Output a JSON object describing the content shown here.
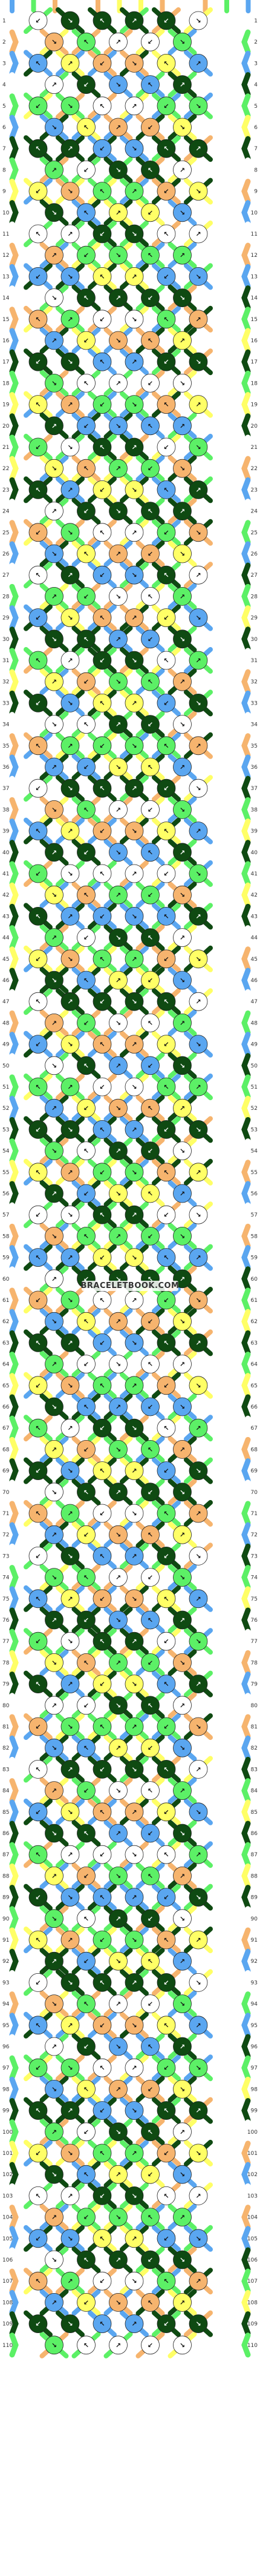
{
  "pattern": {
    "watermark": "BRACELETBOOK.COM",
    "colors": {
      "A": "#5aa6f0",
      "B": "#f6b46e",
      "C": "#ffff66",
      "D": "#5cf066",
      "E": "#ffffff",
      "F": "#0f4a12"
    },
    "strings_top": [
      "A",
      "D",
      "B",
      "E",
      "B",
      "C",
      "C",
      "B",
      "E",
      "B",
      "D",
      "A"
    ],
    "row_count": 110,
    "knots_per_row_odd": 6,
    "knots_per_row_even": 5,
    "sample_glyphs": [
      "↙",
      "↘",
      "↖",
      "↗"
    ]
  }
}
